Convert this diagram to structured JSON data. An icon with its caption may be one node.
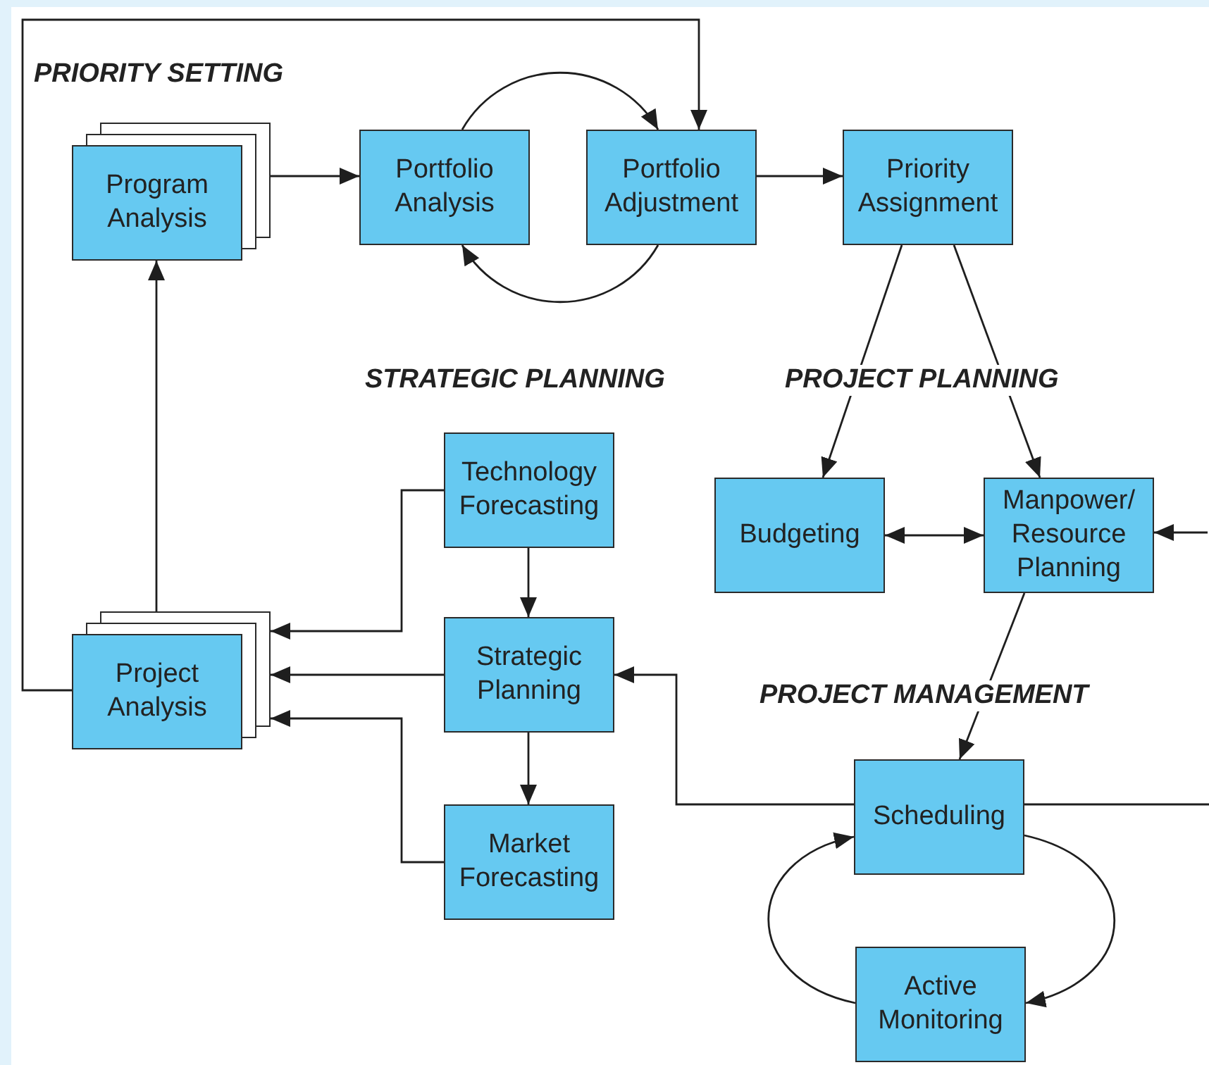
{
  "diagram": {
    "nodes": [
      {
        "text": [
          "Program Analysis"
        ]
      },
      {
        "text": [
          "Portfolio Analysis"
        ]
      },
      {
        "text": [
          "Portfolio Adjustment"
        ]
      },
      {
        "text": [
          "Priority Assignment"
        ]
      },
      {
        "text": [
          "Budgeting"
        ]
      },
      {
        "text": [
          "Manpower/ Resource Planning"
        ]
      },
      {
        "text": [
          "Technology Forecasting"
        ]
      },
      {
        "text": [
          "Strategic Planning"
        ]
      },
      {
        "text": [
          "Market Forecasting"
        ]
      },
      {
        "text": [
          "Project Analysis"
        ]
      },
      {
        "text": [
          "Scheduling"
        ]
      },
      {
        "text": [
          "Active Monitoring"
        ]
      }
    ],
    "edges": [
      {
        "from": 0,
        "to": 1,
        "arrow": "to"
      },
      {
        "from": 1,
        "to": 2,
        "arrow": "to"
      },
      {
        "from": 2,
        "to": 1,
        "arrow": "to"
      },
      {
        "from": 2,
        "to": 3,
        "arrow": "to"
      },
      {
        "from": 9,
        "to": 2,
        "arrow": "to"
      },
      {
        "from": 9,
        "to": 0,
        "arrow": "to"
      },
      {
        "from": 3,
        "to": 4,
        "arrow": "to"
      },
      {
        "from": 3,
        "to": 5,
        "arrow": "to"
      },
      {
        "from": 4,
        "to": 5,
        "arrow": "both"
      },
      {
        "from": null,
        "to": 5,
        "arrow": "to"
      },
      {
        "from": 5,
        "to": 10,
        "arrow": "to"
      },
      {
        "from": 6,
        "to": 7,
        "arrow": "to"
      },
      {
        "from": 7,
        "to": 8,
        "arrow": "to"
      },
      {
        "from": 6,
        "to": 9,
        "arrow": "to"
      },
      {
        "from": 7,
        "to": 9,
        "arrow": "to"
      },
      {
        "from": 8,
        "to": 9,
        "arrow": "to"
      },
      {
        "from": 10,
        "to": 7,
        "arrow": "to"
      },
      {
        "from": 10,
        "to": null,
        "arrow": "none"
      },
      {
        "from": 11,
        "to": 10,
        "arrow": "to"
      },
      {
        "from": 10,
        "to": 11,
        "arrow": "to"
      }
    ],
    "labels": [
      "PRIORITY SETTING",
      "STRATEGIC PLANNING",
      "PROJECT PLANNING",
      "PROJECT MANAGEMENT"
    ]
  }
}
